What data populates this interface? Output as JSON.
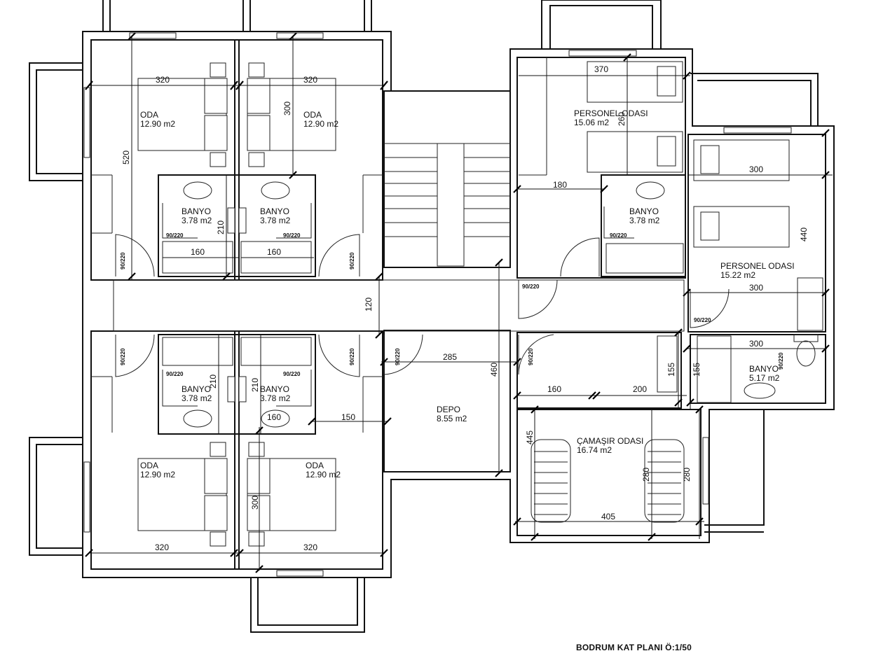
{
  "plan": {
    "title": "BODRUM KAT PLANI Ö:1/50"
  },
  "rooms": {
    "oda_tl": {
      "name": "ODA",
      "area": "12.90 m2"
    },
    "oda_tr": {
      "name": "ODA",
      "area": "12.90 m2"
    },
    "oda_bl": {
      "name": "ODA",
      "area": "12.90 m2"
    },
    "oda_br": {
      "name": "ODA",
      "area": "12.90 m2"
    },
    "banyo_tl": {
      "name": "BANYO",
      "area": "3.78 m2"
    },
    "banyo_tr": {
      "name": "BANYO",
      "area": "3.78 m2"
    },
    "banyo_bl": {
      "name": "BANYO",
      "area": "3.78 m2"
    },
    "banyo_br": {
      "name": "BANYO",
      "area": "3.78 m2"
    },
    "depo": {
      "name": "DEPO",
      "area": "8.55 m2"
    },
    "personel1": {
      "name": "PERSONEL ODASI",
      "area": "15.06 m2"
    },
    "personel2": {
      "name": "PERSONEL ODASI",
      "area": "15.22 m2"
    },
    "banyo_p1": {
      "name": "BANYO",
      "area": "3.78 m2"
    },
    "banyo_p2": {
      "name": "BANYO",
      "area": "5.17 m2"
    },
    "camasir": {
      "name": "ÇAMAŞIR ODASI",
      "area": "16.74 m2"
    }
  },
  "dims": {
    "d320_tl": "320",
    "d320_tr": "320",
    "d300_t": "300",
    "d520": "520",
    "d210_t": "210",
    "d160_tl": "160",
    "d160_tr": "160",
    "d120": "120",
    "d285": "285",
    "d460": "460",
    "d150": "150",
    "d210_bl": "210",
    "d210_br": "210",
    "d160_b": "160",
    "d300_b": "300",
    "d320_bl": "320",
    "d320_br": "320",
    "d370": "370",
    "d260": "260",
    "d180": "180",
    "d300_p1": "300",
    "d440": "440",
    "d300_p2": "300",
    "d300_p3": "300",
    "d160_c": "160",
    "d200": "200",
    "d155_a": "155",
    "d155_b": "155",
    "d445": "445",
    "d280_a": "280",
    "d280_b": "280",
    "d405": "405"
  },
  "doors": {
    "door_tl": "90/220",
    "door_tr": "90/220",
    "door_bath_tl": "90/220",
    "door_bath_tr": "90/220",
    "door_bl": "90/220",
    "door_br": "90/220",
    "door_bath_bl": "90/220",
    "door_bath_br": "90/220",
    "door_depo": "90/220",
    "door_p1": "90/220",
    "door_p1b": "90/220",
    "door_p2": "90/220",
    "door_c": "90/220",
    "door_b2": "90/220"
  }
}
